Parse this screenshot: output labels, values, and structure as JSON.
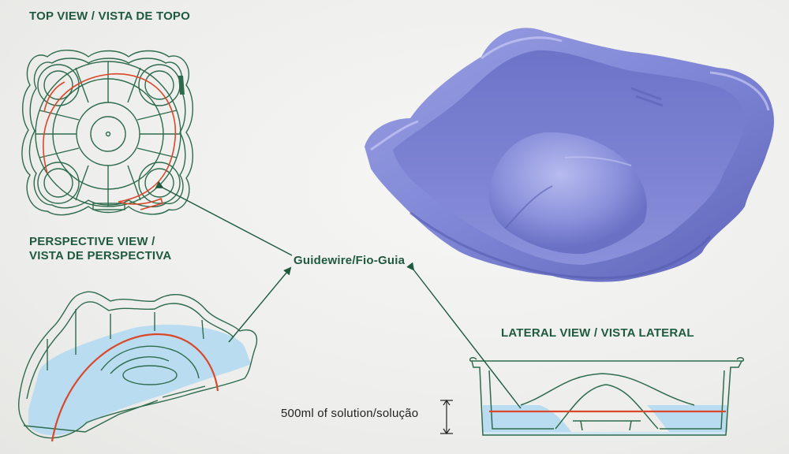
{
  "labels": {
    "top_view": "TOP VIEW / VISTA DE TOPO",
    "perspective_view_line1": "PERSPECTIVE VIEW /",
    "perspective_view_line2": "VISTA DE PERSPECTIVA",
    "guidewire": "Guidewire/Fio-Guia",
    "lateral_view": "LATERAL VIEW / VISTA LATERAL",
    "solution": "500ml of solution/solução"
  },
  "colors": {
    "label_green": "#1f5a3e",
    "outline_green": "#2e6b4c",
    "guidewire_red": "#d9482a",
    "solution_blue": "#b9dcf0",
    "basin_blue": "#7f86d6"
  }
}
